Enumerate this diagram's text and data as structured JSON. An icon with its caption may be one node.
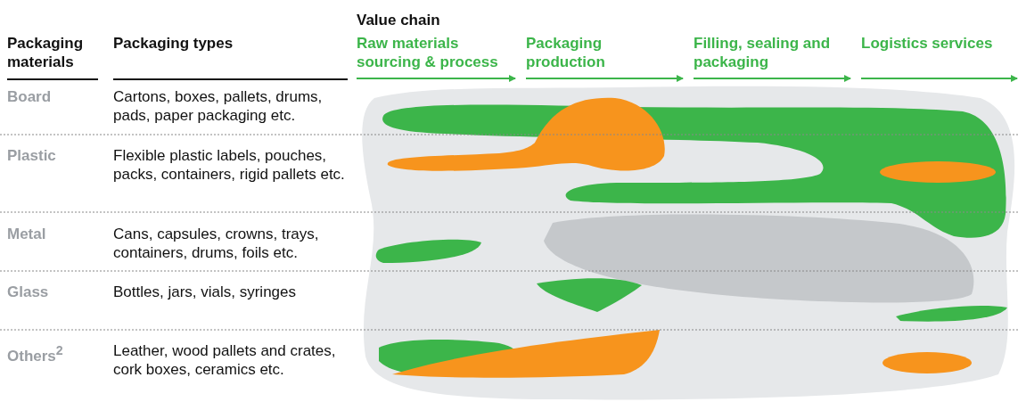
{
  "diagram": {
    "labels": [
      "Packaging materials",
      "Packaging types",
      "Value chain",
      "Raw materials sourcing & process",
      "Packaging production",
      "Filling, sealing and packaging",
      "Logistics services",
      "Board",
      "Cartons, boxes, pallets, drums, pads, paper packaging etc.",
      "Plastic",
      "Flexible plastic labels, pouches, packs, containers, rigid pallets etc.",
      "Metal",
      "Cans, capsules, crowns, trays, containers, drums, foils etc.",
      "Glass",
      "Bottles, jars, vials, syringes",
      "Others$^{2}$",
      "Leather, wood pallets and crates, cork boxes, ceramics etc."
    ]
  }
}
